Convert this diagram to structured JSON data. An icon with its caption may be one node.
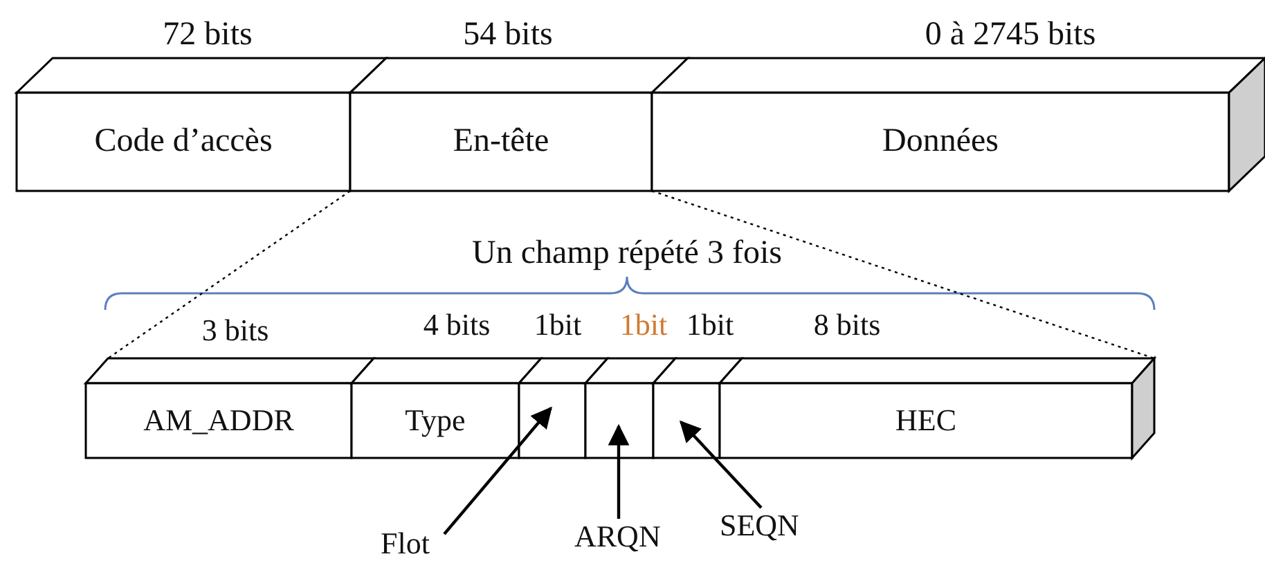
{
  "diagram": {
    "nodes": [
      {
        "text": [
          "Code d’accès"
        ],
        "beside": [
          "72 bits"
        ]
      },
      {
        "text": [
          "En-tête"
        ],
        "beside": [
          "54 bits"
        ]
      },
      {
        "text": [
          "Données"
        ],
        "beside": [
          "0 à 2745 bits"
        ]
      },
      {
        "text": [
          "AM_ADDR"
        ],
        "beside": [
          "3 bits"
        ]
      },
      {
        "text": [
          "Type"
        ],
        "beside": [
          "4 bits"
        ]
      },
      {
        "text": [],
        "shape": "box",
        "beside": [
          "1bit"
        ]
      },
      {
        "text": [],
        "shape": "box",
        "beside": [
          "1bit"
        ]
      },
      {
        "text": [],
        "shape": "box",
        "beside": [
          "1bit"
        ]
      },
      {
        "text": [
          "HEC"
        ],
        "beside": [
          "8 bits"
        ]
      },
      {
        "text": [
          "Flot"
        ]
      },
      {
        "text": [
          "ARQN"
        ]
      },
      {
        "text": [
          "SEQN"
        ]
      }
    ],
    "edges": [
      {
        "from": 1,
        "to": 3,
        "arrow": "none",
        "style": "dashed"
      },
      {
        "from": 1,
        "to": 8,
        "arrow": "none",
        "style": "dashed"
      },
      {
        "from": 9,
        "to": 5,
        "arrow": "to"
      },
      {
        "from": 10,
        "to": 6,
        "arrow": "to"
      },
      {
        "from": 11,
        "to": 7,
        "arrow": "to"
      }
    ],
    "labels": [
      "Un champ répété 3 fois"
    ]
  }
}
